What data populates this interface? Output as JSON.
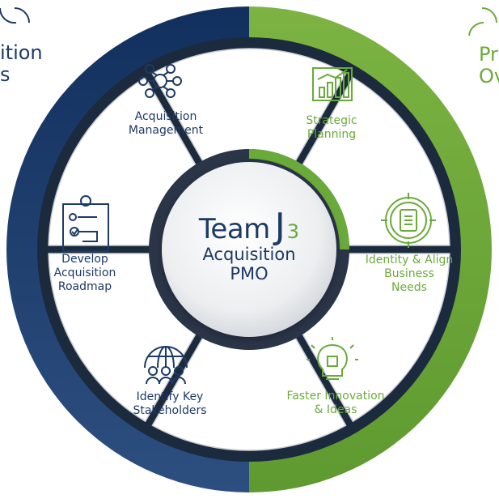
{
  "center": {
    "brand_word": "Team",
    "brand_letter": "J",
    "brand_number": "3",
    "subtitle_line1": "Acquisition",
    "subtitle_line2": "PMO"
  },
  "segments": [
    {
      "id": "acquisition-management",
      "label": "Acquisition\nManagement",
      "color": "blue",
      "icon": "network-nodes-icon"
    },
    {
      "id": "strategic-planning",
      "label": "Strategic\nPlanning",
      "color": "green",
      "icon": "bar-chart-growth-icon"
    },
    {
      "id": "identity-align-business-needs",
      "label": "Identity & Align\nBusiness\nNeeds",
      "color": "green",
      "icon": "target-clipboard-icon"
    },
    {
      "id": "faster-innovation-ideas",
      "label": "Faster Innovation\n& Ideas",
      "color": "green",
      "icon": "lightbulb-puzzle-icon"
    },
    {
      "id": "identify-key-stakeholders",
      "label": "Identify Key\nStakeholders",
      "color": "blue",
      "icon": "people-globe-icon"
    },
    {
      "id": "develop-acquisition-roadmap",
      "label": "Develop\nAcquisition\nRoadmap",
      "color": "blue",
      "icon": "roadmap-checklist-icon"
    }
  ],
  "corner_left": {
    "text": "ition\ns"
  },
  "corner_right": {
    "text": "Pr\nOv"
  },
  "colors": {
    "navy": "#1d3a66",
    "green": "#6aaa3a",
    "panel": "#ffffff",
    "panel_shadow": "#c8ccd2",
    "hub": "#eceef0"
  }
}
